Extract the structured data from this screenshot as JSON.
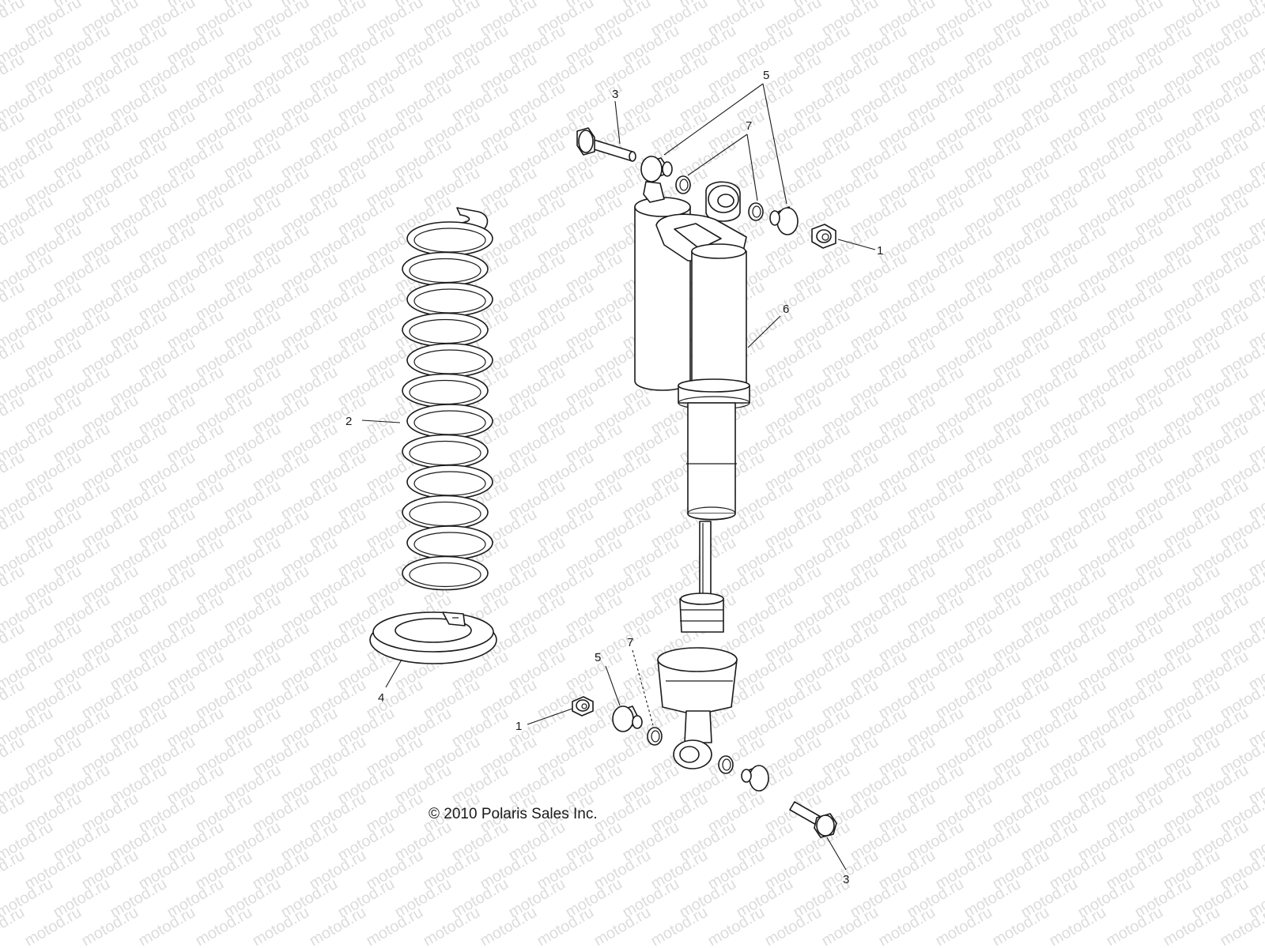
{
  "watermark": "motod.ru",
  "copyright": "© 2010 Polaris Sales Inc.",
  "callouts": {
    "nut_top": "1",
    "nut_bottom": "1",
    "spring": "2",
    "bolt_top": "3",
    "bolt_bottom": "3",
    "spring_retainer": "4",
    "bushing_top": "5",
    "bushing_bottom": "5",
    "shock": "6",
    "washer_top": "7",
    "washer_bottom": "7"
  }
}
